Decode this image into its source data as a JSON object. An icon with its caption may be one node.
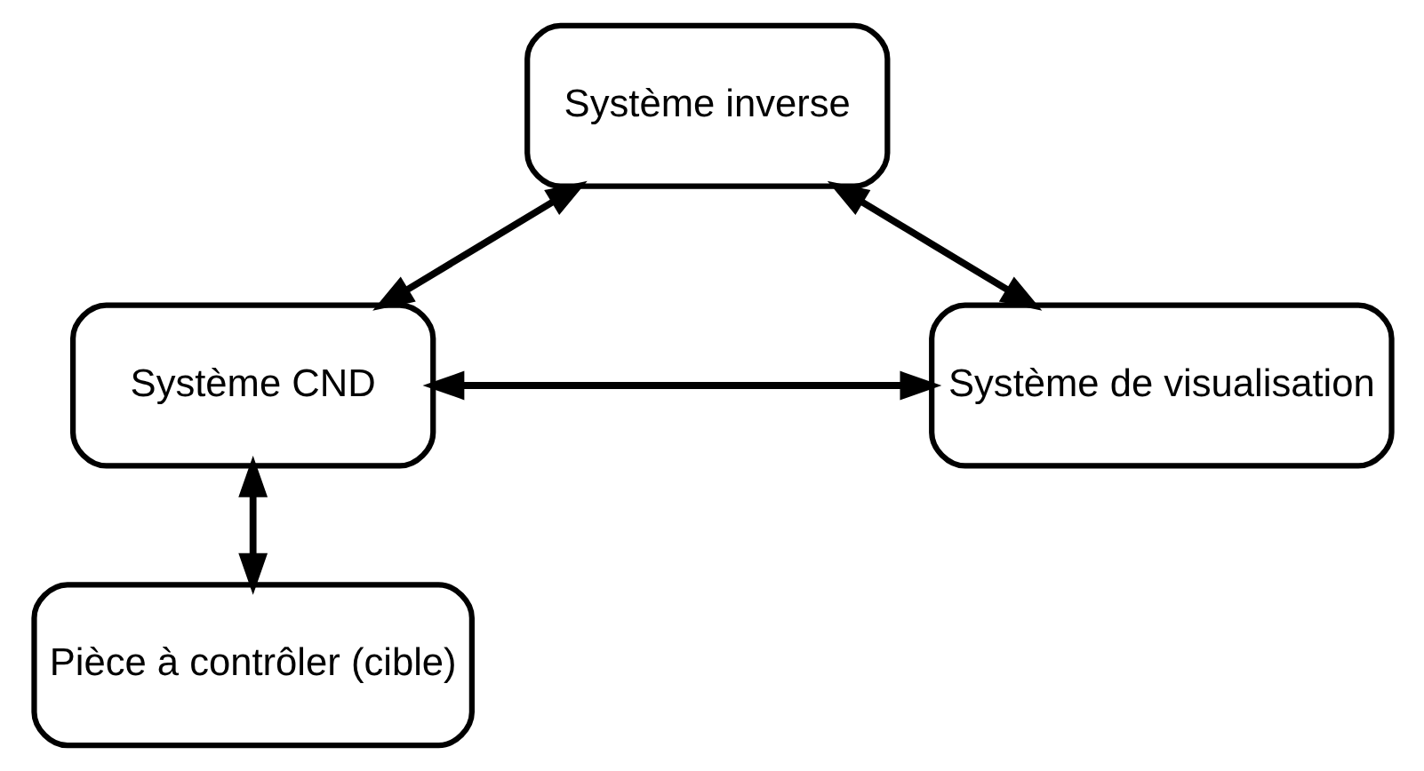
{
  "diagram": {
    "nodes": [
      {
        "text": [
          "Système inverse"
        ]
      },
      {
        "text": [
          "Système CND"
        ]
      },
      {
        "text": [
          "Système de visualisation"
        ]
      },
      {
        "text": [
          "Pièce à contrôler (cible)"
        ]
      }
    ],
    "edges": [
      {
        "from": 1,
        "to": 0,
        "arrow": "both"
      },
      {
        "from": 0,
        "to": 2,
        "arrow": "both"
      },
      {
        "from": 1,
        "to": 2,
        "arrow": "both"
      },
      {
        "from": 1,
        "to": 3,
        "arrow": "both"
      }
    ]
  }
}
